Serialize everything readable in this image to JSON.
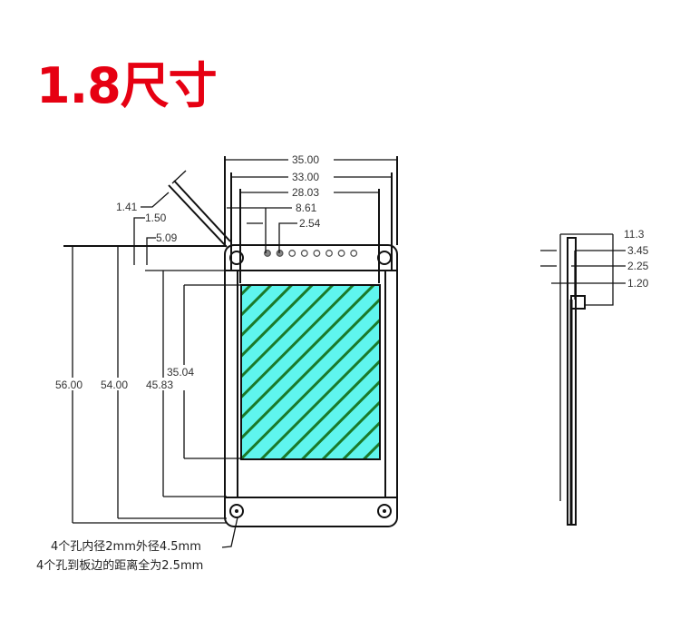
{
  "title": "1.8尺寸",
  "colors": {
    "title": "#e60012",
    "screen_fill": "#5ff5ee",
    "hatch": "#1a7a2a"
  },
  "front_view": {
    "top_dims": [
      "35.00",
      "33.00",
      "28.03",
      "8.61",
      "2.54"
    ],
    "corner_dims": [
      "1.41",
      "1.50",
      "5.09"
    ],
    "left_dims": [
      "56.00",
      "54.00",
      "45.83",
      "35.04"
    ],
    "pin_count": 8
  },
  "side_view": {
    "dims": [
      "11.3",
      "3.45",
      "2.25",
      "1.20"
    ]
  },
  "notes": [
    "4个孔内径2mm外径4.5mm",
    "4个孔到板边的距离全为2.5mm"
  ]
}
